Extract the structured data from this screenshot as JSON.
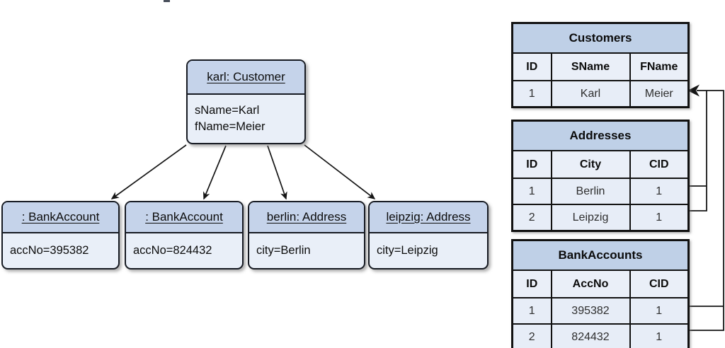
{
  "object_diagram": {
    "root": {
      "title": "karl: Customer",
      "attributes": [
        "sName=Karl",
        "fName=Meier"
      ]
    },
    "children": [
      {
        "title": ": BankAccount",
        "attributes": [
          "accNo=395382"
        ]
      },
      {
        "title": ": BankAccount",
        "attributes": [
          "accNo=824432"
        ]
      },
      {
        "title": "berlin: Address",
        "attributes": [
          "city=Berlin"
        ]
      },
      {
        "title": "leipzig: Address",
        "attributes": [
          "city=Leipzig"
        ]
      }
    ],
    "links": [
      "karl: Customer -> : BankAccount (accNo=395382)",
      "karl: Customer -> : BankAccount (accNo=824432)",
      "karl: Customer -> berlin: Address",
      "karl: Customer -> leipzig: Address"
    ]
  },
  "tables": [
    {
      "title": "Customers",
      "columns": [
        "ID",
        "SName",
        "FName"
      ],
      "rows": [
        [
          "1",
          "Karl",
          "Meier"
        ]
      ]
    },
    {
      "title": "Addresses",
      "columns": [
        "ID",
        "City",
        "CID"
      ],
      "rows": [
        [
          "1",
          "Berlin",
          "1"
        ],
        [
          "2",
          "Leipzig",
          "1"
        ]
      ]
    },
    {
      "title": "BankAccounts",
      "columns": [
        "ID",
        "AccNo",
        "CID"
      ],
      "rows": [
        [
          "1",
          "395382",
          "1"
        ],
        [
          "2",
          "824432",
          "1"
        ]
      ]
    }
  ],
  "foreign_key_links": [
    "Addresses.CID row 1 -> Customers.ID 1",
    "Addresses.CID row 2 -> Customers.ID 1",
    "BankAccounts.CID row 1 -> Customers.ID 1",
    "BankAccounts.CID row 2 -> Customers.ID 1"
  ],
  "colors": {
    "box_header_fill": "#c5d3ea",
    "box_body_fill": "#e9eff8",
    "table_title_fill": "#bfd0e7",
    "table_row_fill": "#e7edf7",
    "border": "#161a22",
    "connector": "#151515"
  }
}
